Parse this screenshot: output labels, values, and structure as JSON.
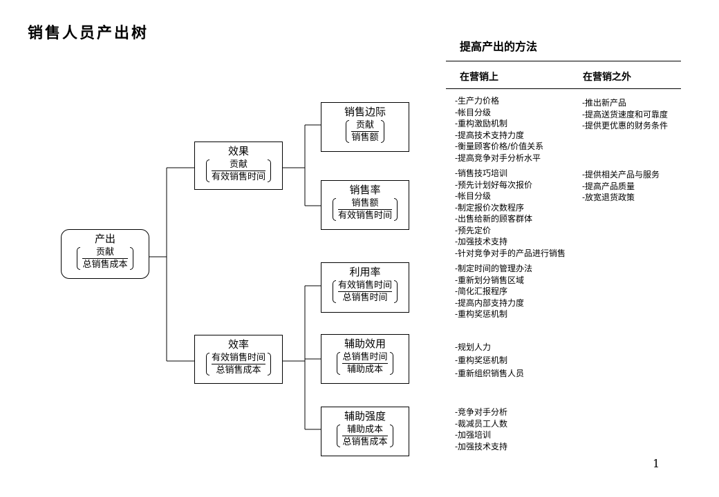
{
  "title": "销售人员产出树",
  "tree": {
    "root": {
      "label": "产出",
      "num": "贡献",
      "den": "总销售成本"
    },
    "effect": {
      "label": "效果",
      "num": "贡献",
      "den": "有效销售时间"
    },
    "efficiency": {
      "label": "效率",
      "num": "有效销售时间",
      "den": "总销售成本"
    },
    "sales_margin": {
      "label": "销售边际",
      "num": "贡献",
      "den": "销售额"
    },
    "sales_rate": {
      "label": "销售率",
      "num": "销售额",
      "den": "有效销售时间"
    },
    "utilization": {
      "label": "利用率",
      "num": "有效销售时间",
      "den": "总销售时间"
    },
    "support_effect": {
      "label": "辅助效用",
      "num": "总销售时间",
      "den": "辅助成本"
    },
    "support_intensity": {
      "label": "辅助强度",
      "num": "辅助成本",
      "den": "总销售成本"
    }
  },
  "methods": {
    "title": "提高产出的方法",
    "col_marketing": "在营销上",
    "col_beyond": "在营销之外",
    "groups": [
      {
        "marketing": [
          "-生产力价格",
          "-帐目分级",
          "-重构激励机制",
          "-提高技术支持力度",
          "-衡量顾客价格/价值关系",
          "-提高竞争对手分析水平"
        ],
        "beyond": [
          "-推出新产品",
          "-提高送货速度和可靠度",
          "-提供更优惠的财务条件"
        ]
      },
      {
        "marketing": [
          "-销售技巧培训",
          "-预先计划好每次报价",
          "-帐目分级",
          "-制定报价次数程序",
          "-出售给新的顾客群体",
          "-预先定价",
          "-加强技术支持",
          "-针对竞争对手的产品进行销售"
        ],
        "beyond": [
          "-提供相关产品与服务",
          "-提高产品质量",
          "-放宽退货政策"
        ]
      },
      {
        "marketing": [
          "-制定时间的管理办法",
          "-重新划分销售区域",
          "-简化汇报程序",
          "-提高内部支持力度",
          "-重构奖惩机制"
        ],
        "beyond": []
      },
      {
        "marketing": [
          "-规划人力",
          "-重构奖惩机制",
          "-重新组织销售人员"
        ],
        "beyond": []
      },
      {
        "marketing": [
          "-竞争对手分析",
          "-裁减员工人数",
          "-加强培训",
          "-加强技术支持"
        ],
        "beyond": []
      }
    ]
  },
  "page_number": "1"
}
